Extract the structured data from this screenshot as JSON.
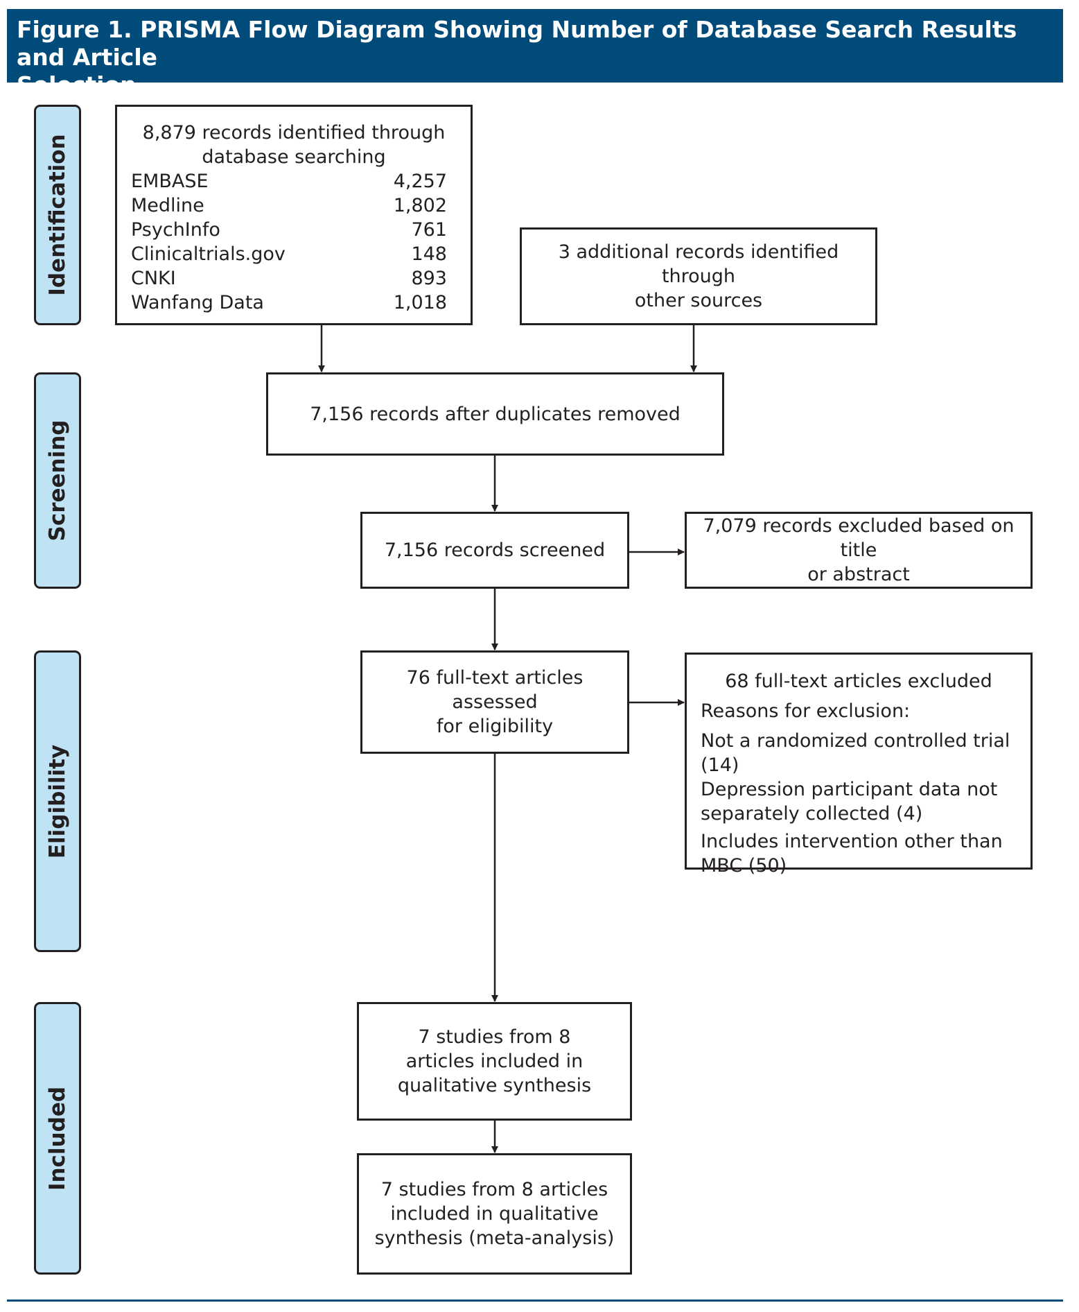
{
  "figure": {
    "title_line1": "Figure 1. PRISMA Flow Diagram Showing Number of Database Search Results and Article",
    "title_line2": "Selection"
  },
  "stages": {
    "identification": "Identification",
    "screening": "Screening",
    "eligibility": "Eligibility",
    "included": "Included"
  },
  "identified": {
    "line1": "8,879 records identified through",
    "line2": "database searching",
    "databases": [
      {
        "name": "EMBASE",
        "count": "4,257"
      },
      {
        "name": "Medline",
        "count": "1,802"
      },
      {
        "name": "PsychInfo",
        "count": "761"
      },
      {
        "name": "Clinicaltrials.gov",
        "count": "148"
      },
      {
        "name": "CNKI",
        "count": "893"
      },
      {
        "name": "Wanfang Data",
        "count": "1,018"
      }
    ]
  },
  "additional": {
    "line1": "3 additional records identified through",
    "line2": "other sources"
  },
  "duplicates": {
    "text": "7,156 records after duplicates removed"
  },
  "screened": {
    "text": "7,156 records screened"
  },
  "excluded_title": {
    "line1": "7,079 records excluded based on title",
    "line2": "or abstract"
  },
  "fulltext": {
    "line1": "76 full-text articles assessed",
    "line2": "for eligibility"
  },
  "fulltext_excluded": {
    "header": "68 full-text articles excluded",
    "reasons_label": "Reasons for exclusion:",
    "r1": "Not a randomized controlled trial (14)",
    "r2a": "Depression participant data not",
    "r2b": "separately collected (4)",
    "r3a": "Includes intervention other than",
    "r3b": "MBC (50)"
  },
  "qualitative": {
    "line1": "7 studies from 8",
    "line2": "articles included in",
    "line3": "qualitative synthesis"
  },
  "quantitative": {
    "line1": "7 studies from 8 articles",
    "line2": "included in qualitative",
    "line3": "synthesis (meta-analysis)"
  },
  "colors": {
    "title_bar": "#004b79",
    "stage_fill": "#bfe3f5",
    "line": "#231f20"
  }
}
